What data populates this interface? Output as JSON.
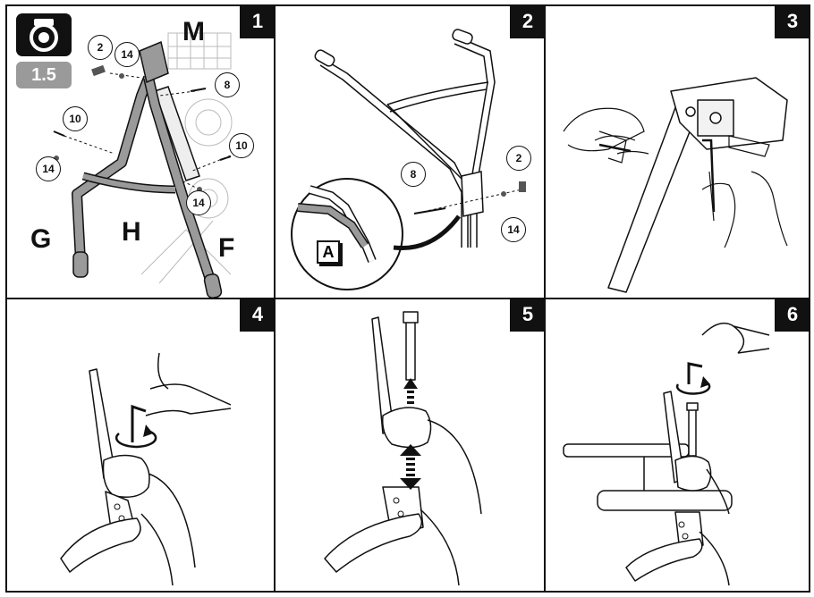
{
  "panels": [
    {
      "number": "1"
    },
    {
      "number": "2"
    },
    {
      "number": "3"
    },
    {
      "number": "4"
    },
    {
      "number": "5"
    },
    {
      "number": "6"
    }
  ],
  "panel1": {
    "badge": "1.5",
    "letters": {
      "m": "M",
      "g": "G",
      "h": "H",
      "f": "F"
    },
    "callouts": {
      "c2": "2",
      "c14a": "14",
      "c8": "8",
      "c10a": "10",
      "c14b": "14",
      "c10b": "10",
      "c14c": "14"
    }
  },
  "panel2": {
    "callouts": {
      "c8": "8",
      "c2": "2",
      "c14": "14"
    },
    "inset_label": "A"
  },
  "colors": {
    "ink": "#111111",
    "handle_gray": "#9a9a9a",
    "badge_gray": "#9a9a9a"
  }
}
